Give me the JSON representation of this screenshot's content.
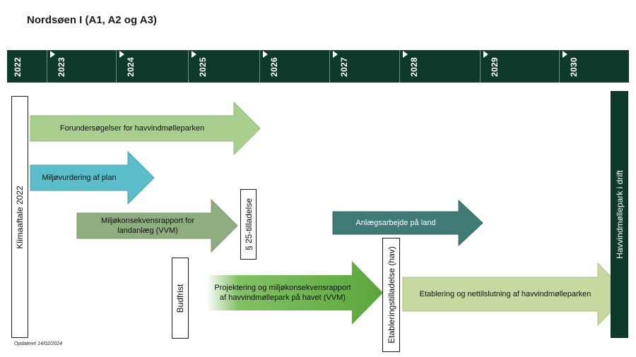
{
  "title": "Nordsøen I (A1, A2 og A3)",
  "colors": {
    "timeline_bg": "#0e3a2b",
    "forundersoegelser": "#a8cf8e",
    "miljoevurdering": "#5bbdc9",
    "miljoekonsekvens_land": "#8fae7f",
    "anlaegsarbejde": "#3f7a74",
    "projektering": "#6cb64a",
    "etablering": "#c6d9a0",
    "drift": "#0e3a2b"
  },
  "timeline": {
    "years": [
      "2022",
      "2023",
      "2024",
      "2025",
      "2026",
      "2027",
      "2028",
      "2029",
      "2030"
    ]
  },
  "milestones": {
    "klimaaftale": "Klimaaftale 2022",
    "paragraf25": "§ 25-tilladelse",
    "budfrist": "Budfrist",
    "etableringstilladelse": "Etableringstilladelse (hav)",
    "drift": "Havvindmøllepark i drift"
  },
  "activities": {
    "forundersoegelser": "Forundersøgelser for havvindmølleparken",
    "miljoevurdering": "Miljøvurdering af plan",
    "miljoekonsekvens_land": "Miljøkonsekvensrapport for landanlæg (VVM)",
    "anlaegsarbejde": "Anlægsarbejde på land",
    "projektering": "Projektering og miljøkonsekvensrapport af havvindmøllepark på havet (VVM)",
    "etablering": "Etablering og nettilslutning af havvindmølleparken"
  },
  "footer": {
    "updated": "Opdateret 14/02/2024"
  }
}
